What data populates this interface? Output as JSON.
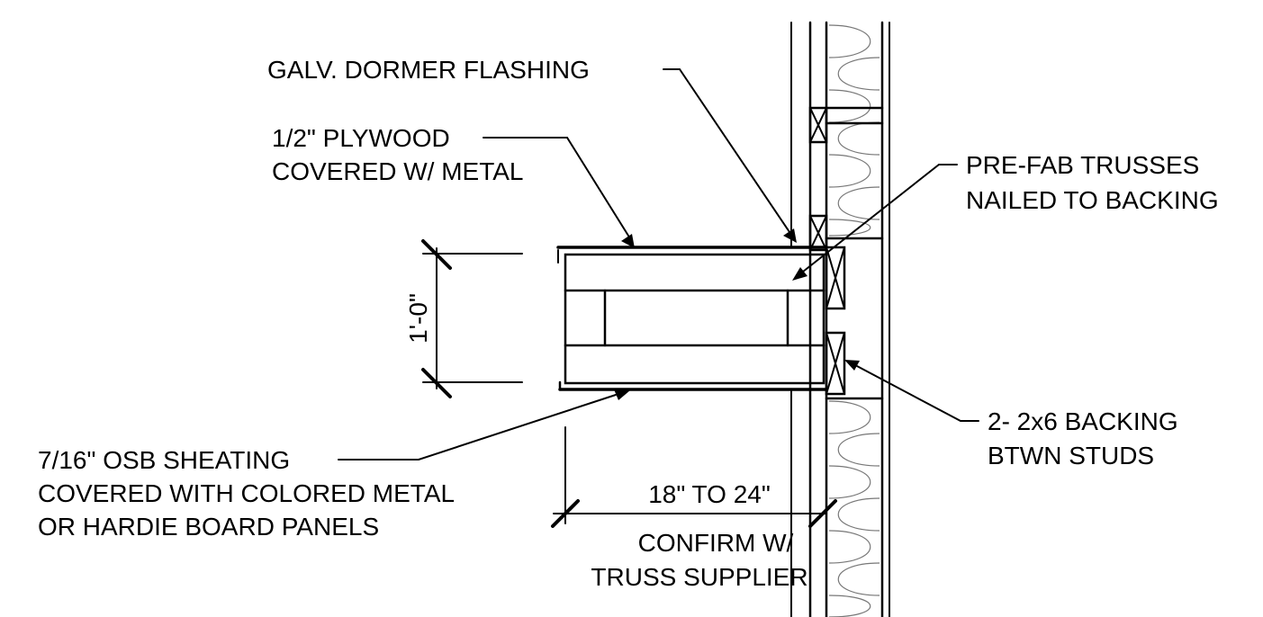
{
  "labels": {
    "flashing": "GALV. DORMER FLASHING",
    "plywood_line1": "1/2\" PLYWOOD",
    "plywood_line2": "COVERED W/ METAL",
    "trusses_line1": "PRE-FAB TRUSSES",
    "trusses_line2": "NAILED TO BACKING",
    "backing_line1": "2- 2x6 BACKING",
    "backing_line2": "BTWN STUDS",
    "osb_line1": "7/16\" OSB SHEATING",
    "osb_line2": "COVERED WITH COLORED METAL",
    "osb_line3": "OR HARDIE BOARD PANELS",
    "confirm_line1": "CONFIRM W/",
    "confirm_line2": "TRUSS SUPPLIER"
  },
  "dimensions": {
    "height": "1'-0\"",
    "projection": "18\" TO 24\""
  },
  "colors": {
    "ink": "#000000",
    "light_ink": "#777777",
    "background": "#ffffff"
  }
}
